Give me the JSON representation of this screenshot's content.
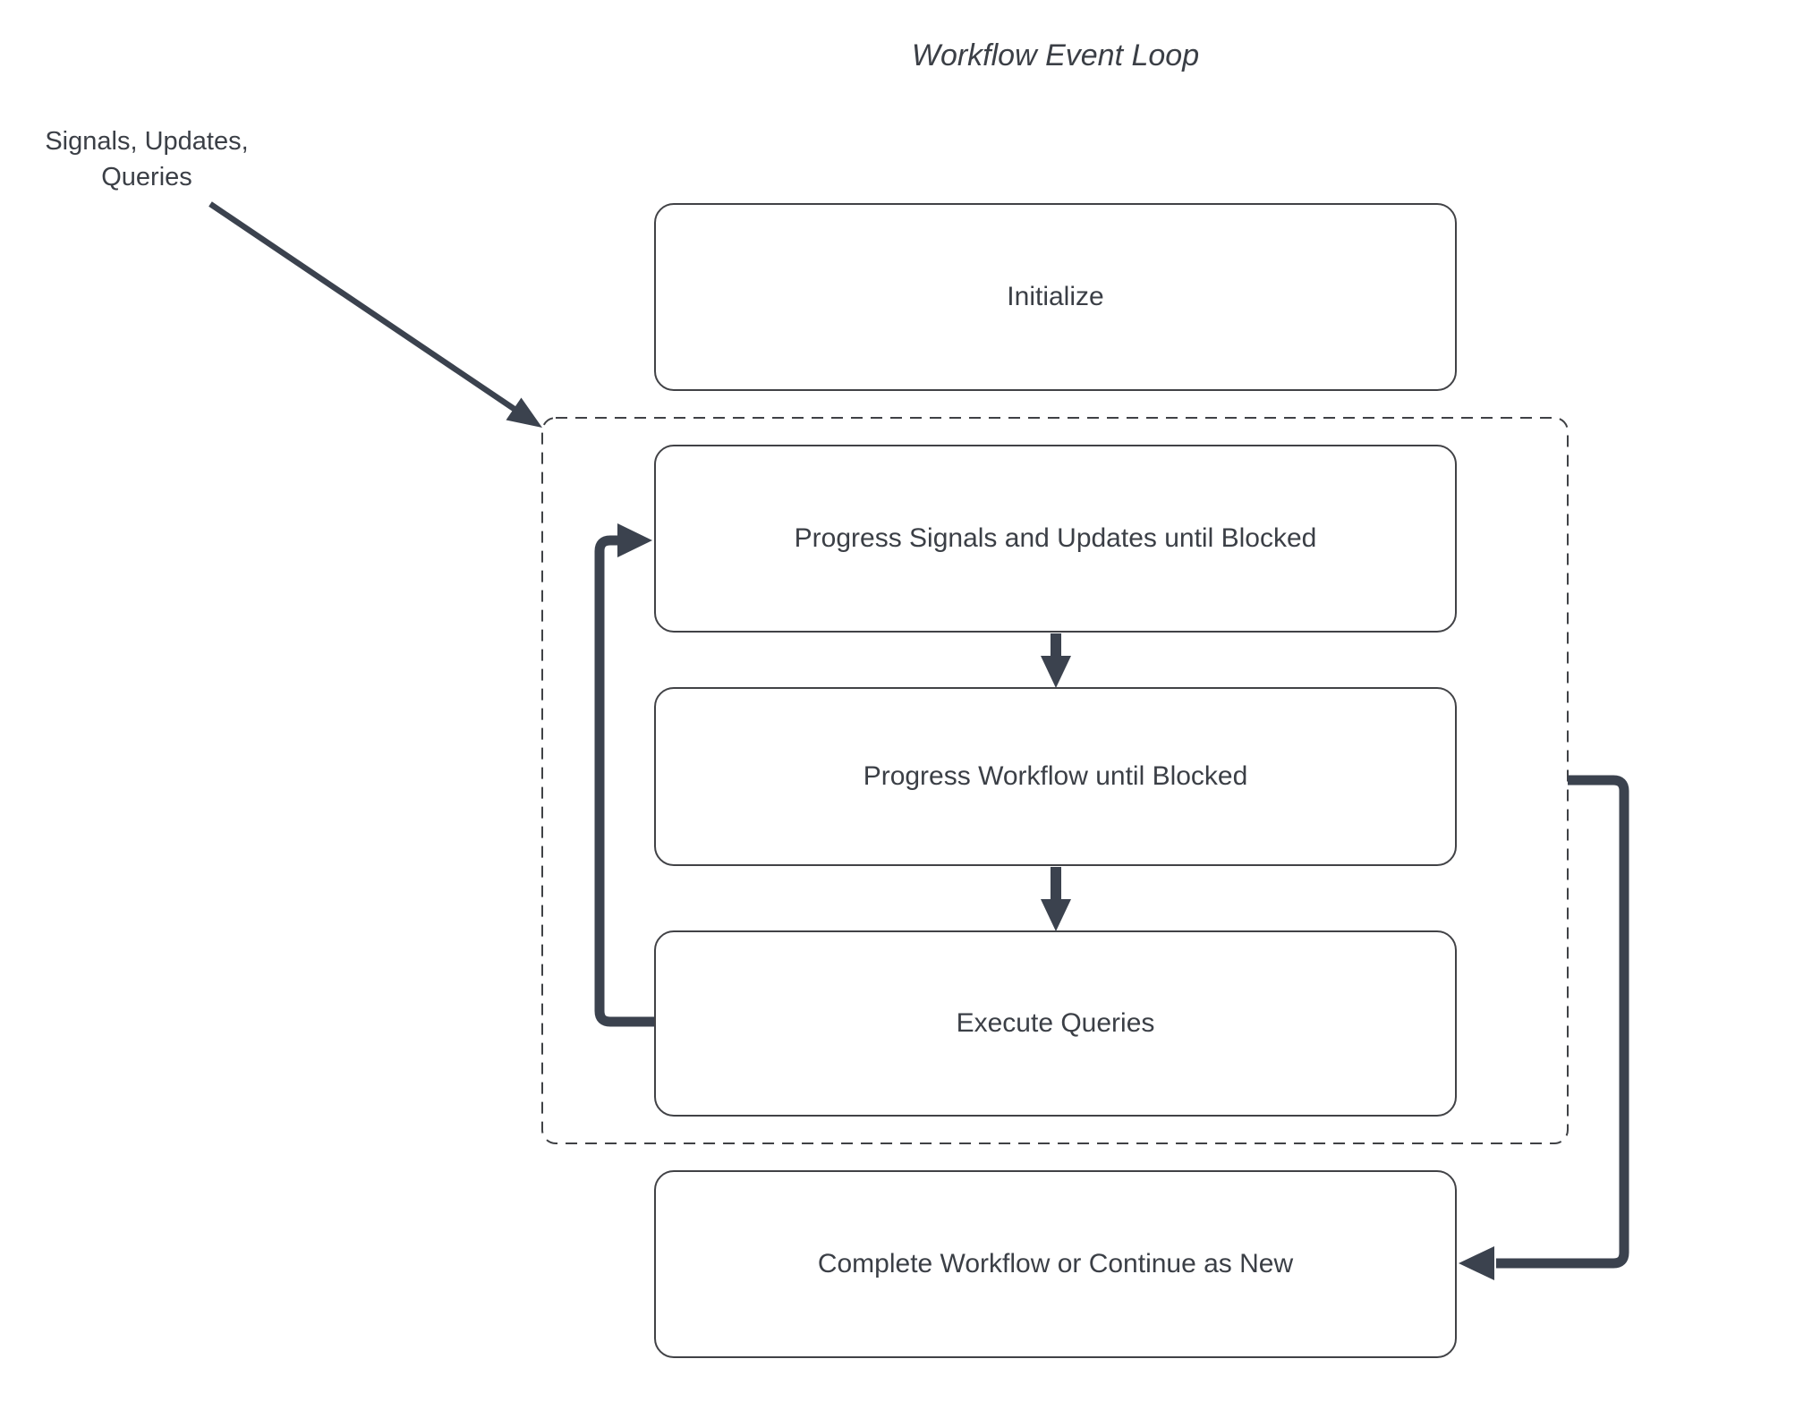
{
  "title": "Workflow Event Loop",
  "annotation": {
    "line1": "Signals, Updates,",
    "line2": "Queries"
  },
  "nodes": {
    "initialize": {
      "label": "Initialize"
    },
    "progress_signals": {
      "label": "Progress Signals and Updates until Blocked"
    },
    "progress_workflow": {
      "label": "Progress Workflow until Blocked"
    },
    "execute_queries": {
      "label": "Execute Queries"
    },
    "complete": {
      "label": "Complete Workflow or Continue as New"
    }
  },
  "group": {
    "description": "dashed rounded rectangle enclosing the three loop steps"
  },
  "edges": [
    {
      "from": "signals-updates-queries-annotation",
      "to": "event-loop-group",
      "style": "thin-diagonal-arrow"
    },
    {
      "from": "progress-signals",
      "to": "progress-workflow",
      "style": "thick-down-arrow"
    },
    {
      "from": "progress-workflow",
      "to": "execute-queries",
      "style": "thick-down-arrow"
    },
    {
      "from": "execute-queries",
      "to": "progress-signals",
      "style": "thick-elbow-arrow-left-loop"
    },
    {
      "from": "event-loop-group",
      "to": "complete",
      "style": "thick-elbow-arrow-right"
    }
  ],
  "colors": {
    "connector": "#3b424e",
    "node_border": "#414246",
    "group_border": "#3f4145",
    "text": "#3b3f46",
    "background": "#ffffff"
  }
}
